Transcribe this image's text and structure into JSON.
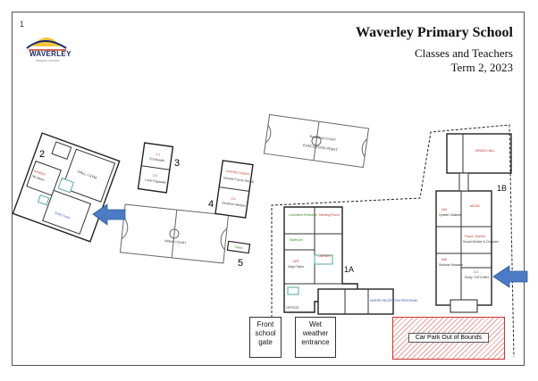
{
  "header": {
    "page_number": "1",
    "school_name": "Waverley Primary School",
    "subtitle": "Classes and Teachers",
    "term": "Term 2, 2023"
  },
  "logo": {
    "text": "WAVERLEY",
    "sub": "PRIMARY SCHOOL"
  },
  "buildings": {
    "b1a": "1A",
    "b1b": "1B",
    "b2": "2",
    "b3": "3",
    "b4": "4",
    "b5": "5"
  },
  "labels": {
    "front_gate": [
      "Front",
      "school",
      "gate"
    ],
    "wet_weather": [
      "Wet",
      "weather",
      "entrance"
    ],
    "car_park": "Car Park Out of Bounds",
    "basketball_court": "Basketball COURT",
    "evacuation_point": "EVACUATION POINT",
    "netball_court": "Netball COURT"
  },
  "rooms": {
    "hall_gym": "HALL / GYM",
    "kinder": "KINDER",
    "kinder_teacher": "My Baker",
    "early_years": "Early Years",
    "b3_r1": "1-2",
    "b3_r1_t": "Ed Meadth",
    "b3_r2": "3-5",
    "b3_r2_t": "Lucie Ragsdale",
    "b4_r1": "Learning Support",
    "b4_r1_t": "Samala Fouvie (Head)",
    "b4_r2": "3-4",
    "b4_r2_t": "Jonathan Webber",
    "b5_r": "Toilets",
    "library": "LIBRARY",
    "art": "ART",
    "art_t": "Sally Fisher",
    "meeting": "Meeting Room",
    "lunchtime": "Lunchtime Refection",
    "staffroom": "Staffroom",
    "office": "OFFICE",
    "nurse": "NURSE RECEPTION PROGRAM",
    "dining": "DINING HALL",
    "music": "MUSIC",
    "b1b_r1": "3&4",
    "b1b_r1_t": "Lynette Gallantie",
    "b1b_r2": "5&6",
    "b1b_r2_t": "Siobhan Mowatla",
    "b1b_r3": "Psych, Speech",
    "b1b_r3_t": "Social Worker & Chaplain",
    "b1b_r4": "3-4",
    "b1b_r4_t": "Emily / KITCHEN"
  },
  "colors": {
    "arrow": "#4a7bc4",
    "hatch": "#d66",
    "green_text": "#3a8a2a",
    "red_text": "#c0392b",
    "blue_text": "#2b4fa8"
  }
}
